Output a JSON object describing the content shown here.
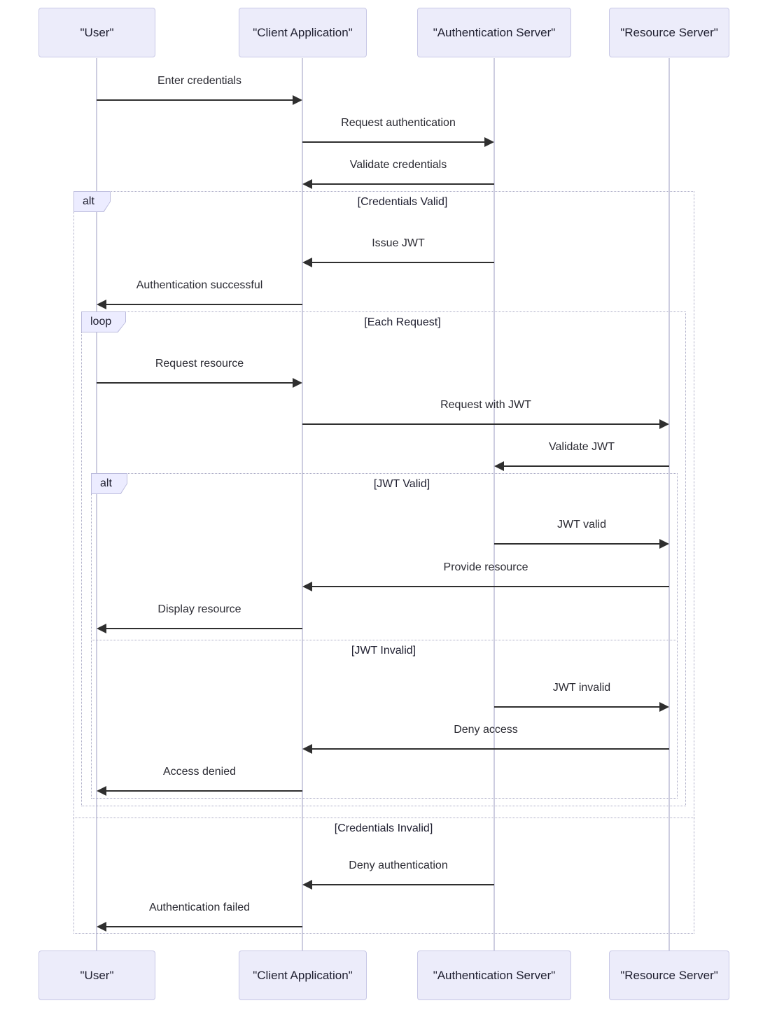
{
  "diagram_type": "sequence-diagram",
  "actors": {
    "user": {
      "label": "\"User\""
    },
    "client": {
      "label": "\"Client Application\""
    },
    "auth": {
      "label": "\"Authentication Server\""
    },
    "resource": {
      "label": "\"Resource Server\""
    }
  },
  "frames": {
    "outer_alt": {
      "label": "alt",
      "section1": "[Credentials Valid]",
      "section2": "[Credentials Invalid]"
    },
    "loop": {
      "label": "loop",
      "section1": "[Each Request]"
    },
    "inner_alt": {
      "label": "alt",
      "section1": "[JWT Valid]",
      "section2": "[JWT Invalid]"
    }
  },
  "messages": [
    {
      "text": "Enter credentials",
      "from": "User",
      "to": "Client Application"
    },
    {
      "text": "Request authentication",
      "from": "Client Application",
      "to": "Authentication Server"
    },
    {
      "text": "Validate credentials",
      "from": "Authentication Server",
      "to": "Client Application"
    },
    {
      "text": "Issue JWT",
      "from": "Authentication Server",
      "to": "Client Application"
    },
    {
      "text": "Authentication successful",
      "from": "Client Application",
      "to": "User"
    },
    {
      "text": "Request resource",
      "from": "User",
      "to": "Client Application"
    },
    {
      "text": "Request with JWT",
      "from": "Client Application",
      "to": "Resource Server"
    },
    {
      "text": "Validate JWT",
      "from": "Resource Server",
      "to": "Authentication Server"
    },
    {
      "text": "JWT valid",
      "from": "Authentication Server",
      "to": "Resource Server"
    },
    {
      "text": "Provide resource",
      "from": "Resource Server",
      "to": "Client Application"
    },
    {
      "text": "Display resource",
      "from": "Client Application",
      "to": "User"
    },
    {
      "text": "JWT invalid",
      "from": "Authentication Server",
      "to": "Resource Server"
    },
    {
      "text": "Deny access",
      "from": "Resource Server",
      "to": "Client Application"
    },
    {
      "text": "Access denied",
      "from": "Client Application",
      "to": "User"
    },
    {
      "text": "Deny authentication",
      "from": "Authentication Server",
      "to": "Client Application"
    },
    {
      "text": "Authentication failed",
      "from": "Client Application",
      "to": "User"
    }
  ],
  "colors": {
    "background": "#ffffff",
    "actor_fill": "#ECECFA",
    "actor_border": "#c8c8e6",
    "tab_fill": "#ECECFF",
    "frame_border": "#a9a9c4",
    "lifeline": "#cdcde0",
    "arrow": "#2f2f2f",
    "text": "#24242e"
  }
}
